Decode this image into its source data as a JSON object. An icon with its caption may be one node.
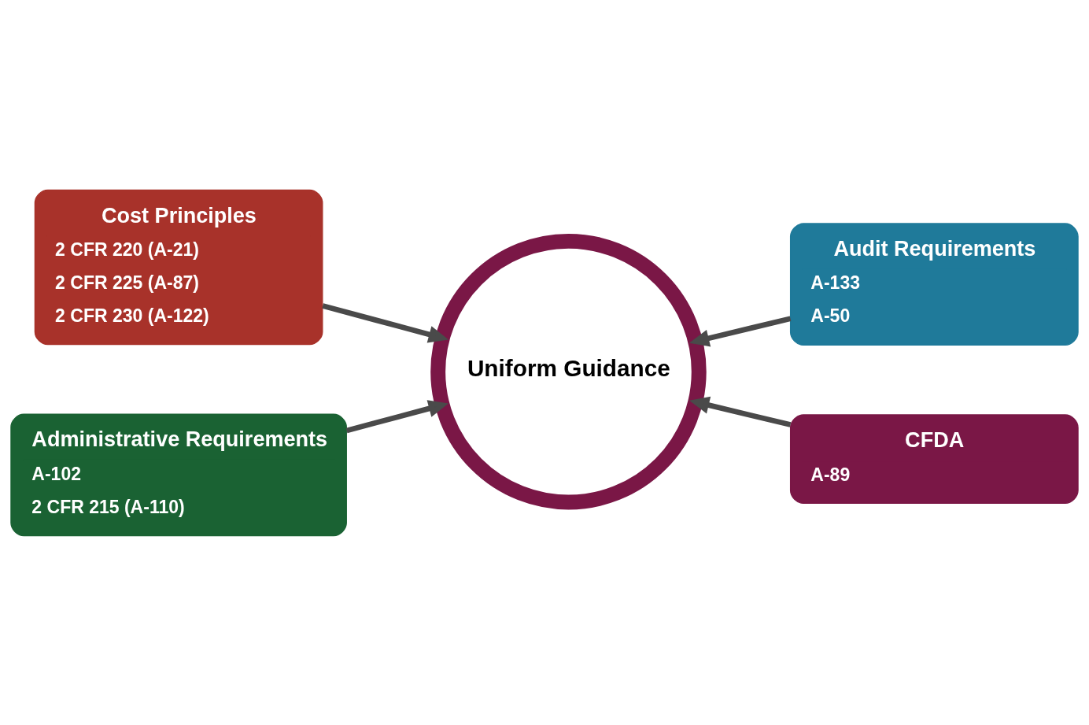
{
  "diagram": {
    "nodes": [
      {
        "text": [
          "Cost Principles",
          "2 CFR 220 (A-21)",
          "2 CFR 225 (A-87)",
          "2 CFR 230 (A-122)"
        ]
      },
      {
        "text": [
          "Audit Requirements",
          "A-133",
          "A-50"
        ]
      },
      {
        "text": [
          "Uniform Guidance"
        ]
      },
      {
        "text": [
          "Administrative Requirements",
          "A-102",
          "2 CFR 215 (A-110)"
        ]
      },
      {
        "text": [
          "CFDA",
          "A-89"
        ]
      }
    ],
    "edges": [
      {
        "from": 0,
        "to": 2,
        "arrow": "to"
      },
      {
        "from": 1,
        "to": 2,
        "arrow": "to"
      },
      {
        "from": 3,
        "to": 2,
        "arrow": "to"
      },
      {
        "from": 4,
        "to": 2,
        "arrow": "to"
      }
    ]
  }
}
